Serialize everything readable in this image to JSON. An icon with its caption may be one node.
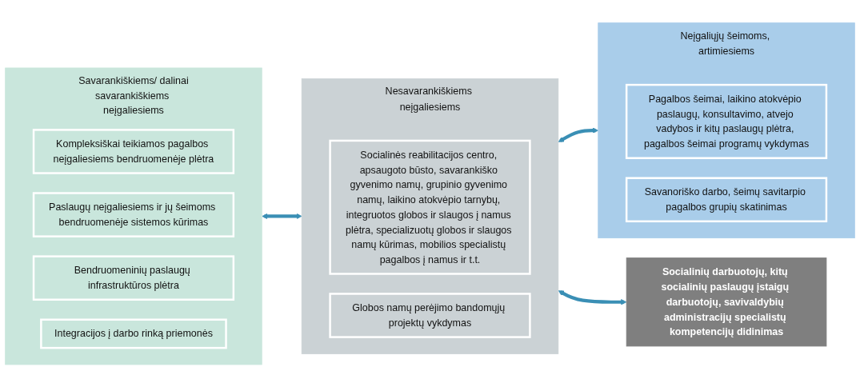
{
  "diagram": {
    "nodes": [
      {
        "text": [
          "Savarankiškiems/ dalinai savarankiškiems neįgaliesiems"
        ]
      },
      {
        "text": [
          "Kompleksiškai teikiamos pagalbos neįgaliesiems bendruomenėje plėtra"
        ],
        "in": 0
      },
      {
        "text": [
          "Paslaugų neįgaliesiems ir jų šeimoms bendruomenėje sistemos kūrimas"
        ],
        "in": 0
      },
      {
        "text": [
          "Bendruomeninių paslaugų infrastruktūros plėtra"
        ],
        "in": 0
      },
      {
        "text": [
          "Integracijos į darbo rinką priemonės"
        ],
        "in": 0
      },
      {
        "text": [
          "Nesavarankiškiems neįgaliesiems"
        ]
      },
      {
        "text": [
          "Socialinės reabilitacijos centro, apsaugoto būsto, savarankiško gyvenimo namų, grupinio gyvenimo namų, laikino atokvėpio tarnybų, integruotos globos ir slaugos į namus plėtra, specializuotų globos ir slaugos namų kūrimas, mobilios specialistų pagalbos į namus ir t.t."
        ],
        "in": 5
      },
      {
        "text": [
          "Globos namų perėjimo bandomųjų projektų vykdymas"
        ],
        "in": 5
      },
      {
        "text": [
          "Neįgaliųjų šeimoms, artimiesiems"
        ]
      },
      {
        "text": [
          "Pagalbos šeimai, laikino atokvėpio paslaugų, konsultavimo, atvejo vadybos ir kitų paslaugų plėtra, pagalbos šeimai programų vykdymas"
        ],
        "in": 8
      },
      {
        "text": [
          "Savanoriško darbo, šeimų savitarpio pagalbos grupių skatinimas"
        ],
        "in": 8
      },
      {
        "text": [
          "Socialinių darbuotojų, kitų socialinių paslaugų įstaigų darbuotojų, savivaldybių administracijų specialistų kompetencijų didinimas"
        ]
      }
    ],
    "edges": [
      {
        "from": 0,
        "to": 5,
        "arrow": "both"
      },
      {
        "from": 5,
        "to": 8,
        "arrow": "both"
      },
      {
        "from": 5,
        "to": 11,
        "arrow": "both"
      }
    ]
  }
}
